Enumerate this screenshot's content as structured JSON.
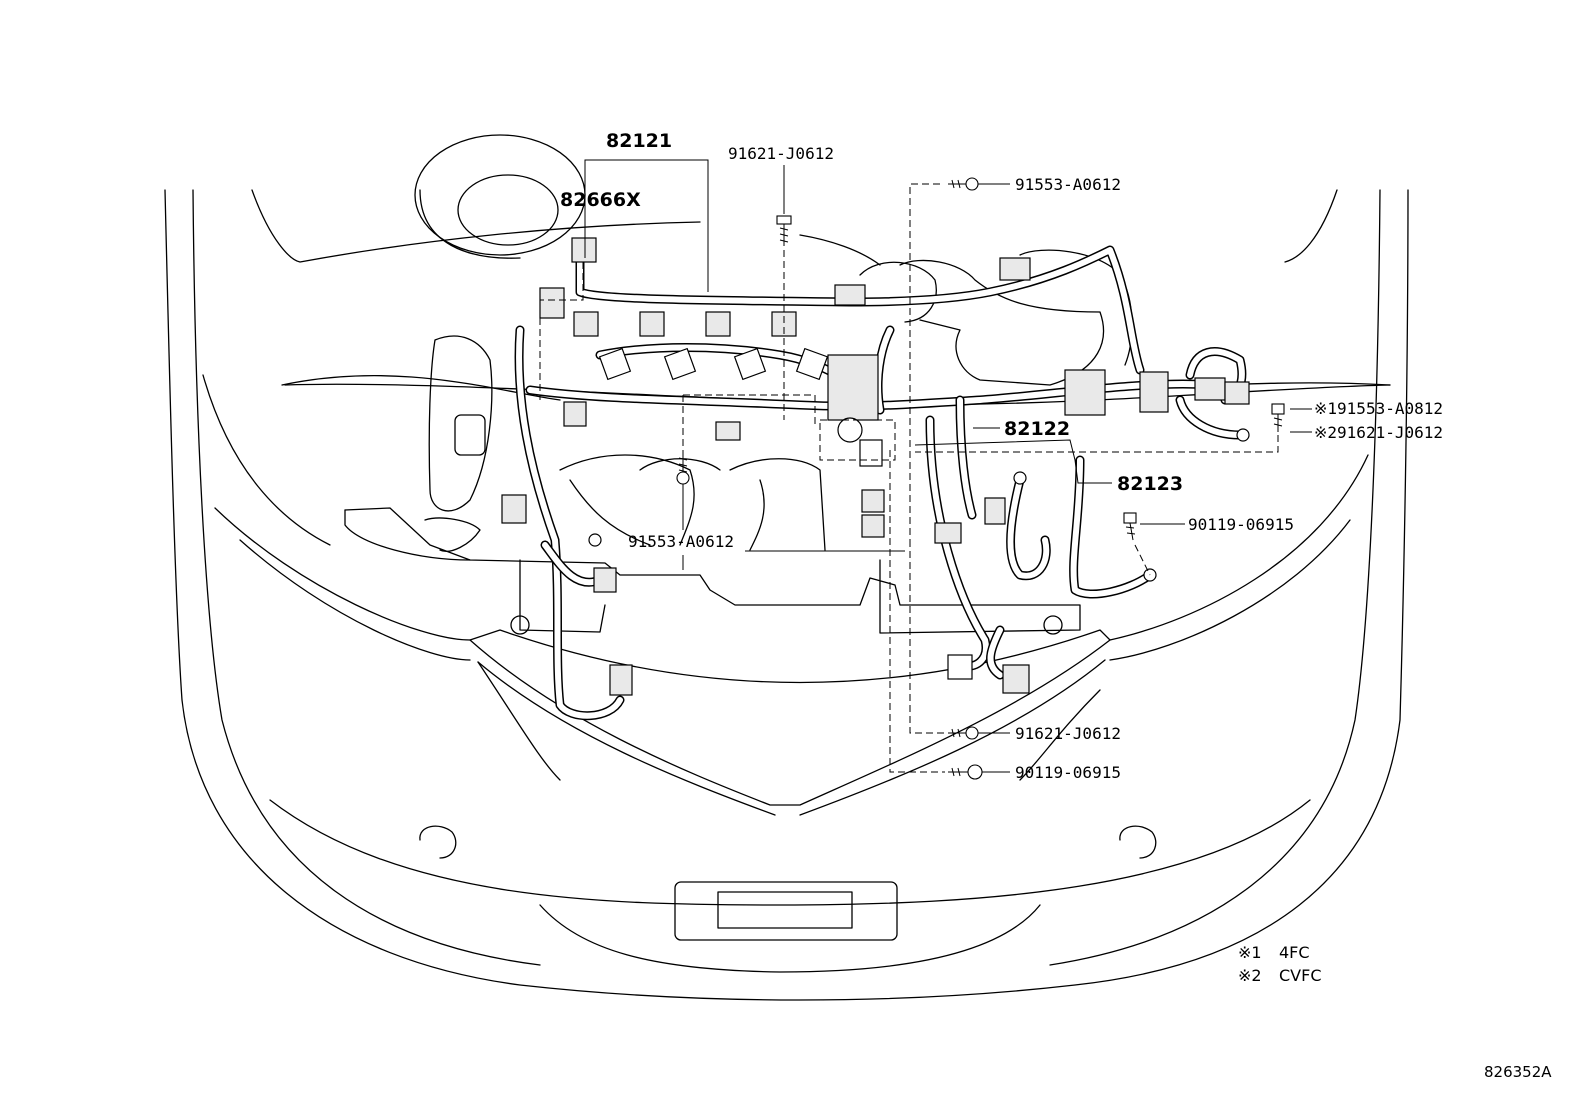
{
  "callouts": {
    "p82121": "82121",
    "p82666x": "82666X",
    "p91621_top": "91621-J0612",
    "p91553_top": "91553-A0612",
    "p91553_right_marked": "※191553-A0812",
    "p91621_right_marked": "※291621-J0612",
    "p82122": "82122",
    "p82123": "82123",
    "p90119_right": "90119-06915",
    "p91553_center": "91553-A0612",
    "p91621_bottom": "91621-J0612",
    "p90119_bottom": "90119-06915"
  },
  "legend": [
    {
      "mark": "※1",
      "text": "4FC"
    },
    {
      "mark": "※2",
      "text": "CVFC"
    }
  ],
  "diagram_code": "826352A"
}
